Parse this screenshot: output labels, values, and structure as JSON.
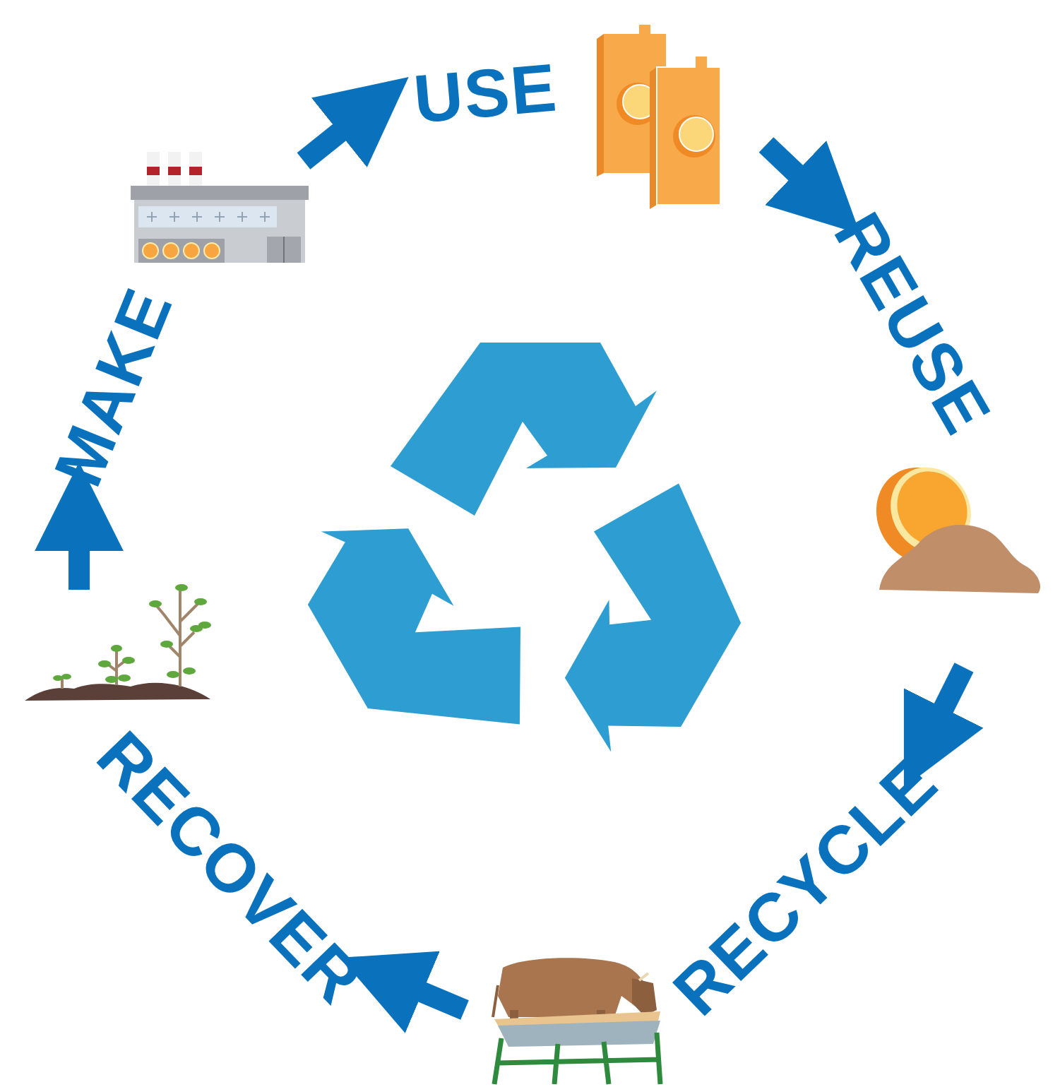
{
  "diagram": {
    "labels": [
      "MAKE",
      "USE",
      "REUSE",
      "RECYCLE",
      "RECOVER"
    ]
  }
}
